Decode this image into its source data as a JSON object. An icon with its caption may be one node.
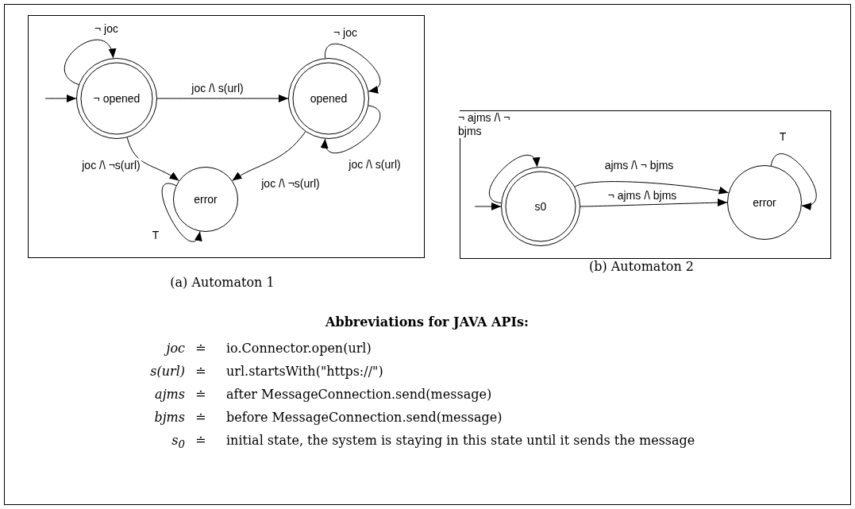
{
  "diagram": {
    "nodes": [
      {
        "text": [
          "(a) Automaton 1"
        ]
      },
      {
        "text": [
          "¬ opened"
        ],
        "in": 0
      },
      {
        "text": [
          "opened"
        ],
        "in": 0
      },
      {
        "text": [
          "error"
        ],
        "in": 0
      },
      {
        "text": [
          "(b) Automaton 2"
        ]
      },
      {
        "text": [
          "s0"
        ],
        "in": 4
      },
      {
        "text": [
          "error"
        ],
        "in": 4
      }
    ],
    "edges": [
      {
        "from": null,
        "to": 1,
        "arrow": "to"
      },
      {
        "from": 1,
        "to": 1,
        "arrow": "to",
        "label": "¬ joc"
      },
      {
        "from": 1,
        "to": 2,
        "arrow": "to",
        "label": "joc /\\ s(url)"
      },
      {
        "from": 1,
        "to": 3,
        "arrow": "to",
        "label": "joc /\\ ¬s(url)"
      },
      {
        "from": 2,
        "to": 2,
        "arrow": "to",
        "label": "¬ joc"
      },
      {
        "from": 2,
        "to": 2,
        "arrow": "to",
        "label": "joc /\\ s(url)"
      },
      {
        "from": 2,
        "to": 3,
        "arrow": "to",
        "label": "joc /\\ ¬s(url)"
      },
      {
        "from": 3,
        "to": 3,
        "arrow": "to",
        "label": "T"
      },
      {
        "from": null,
        "to": 5,
        "arrow": "to"
      },
      {
        "from": 5,
        "to": 5,
        "arrow": "to",
        "label": "¬ ajms /\\ ¬ bjms"
      },
      {
        "from": 5,
        "to": 6,
        "arrow": "to",
        "label": "ajms /\\ ¬ bjms"
      },
      {
        "from": 5,
        "to": 6,
        "arrow": "to",
        "label": "¬ ajms /\\ bjms"
      },
      {
        "from": 6,
        "to": 6,
        "arrow": "to",
        "label": "T"
      }
    ],
    "labels": [
      "Abbreviations for JAVA APIs:",
      "joc",
      "≐",
      "io.Connector.open(url)",
      "s(url)",
      "≐",
      "url.startsWith(\"https://\")",
      "ajms",
      "≐",
      "after MessageConnection.send(message)",
      "bjms",
      "≐",
      "before MessageConnection.send(message)",
      "s$_{0}$",
      "≐",
      "initial state, the system is staying in this state until it sends the message"
    ]
  }
}
